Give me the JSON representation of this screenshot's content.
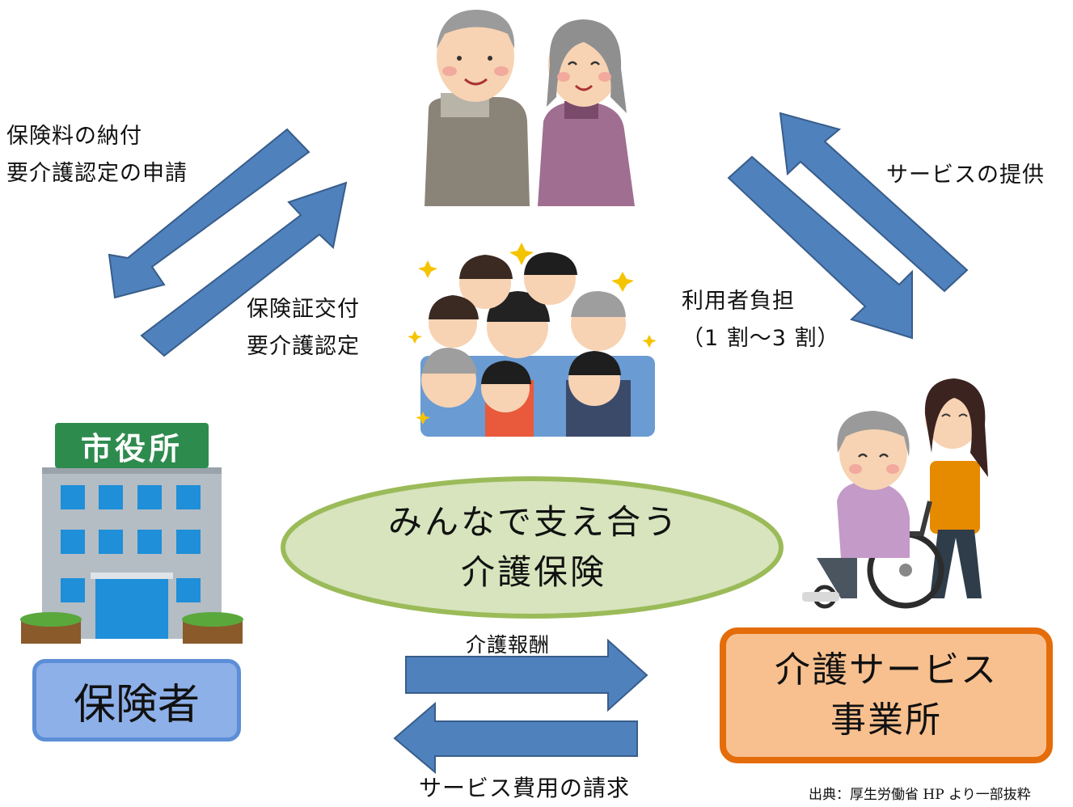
{
  "labels": {
    "top_left": [
      "保険料の納付",
      "要介護認定の申請"
    ],
    "middle_left": [
      "保険証交付",
      "要介護認定"
    ],
    "top_right": "サービスの提供",
    "middle_right": [
      "利用者負担",
      "（1 割～3 割）"
    ],
    "bottom_top": "介護報酬",
    "bottom_bottom": "サービス費用の請求"
  },
  "center": [
    "みんなで支え合う",
    "介護保険"
  ],
  "insurer": {
    "sign": "市役所",
    "label": "保険者"
  },
  "provider": [
    "介護サービス",
    "事業所"
  ],
  "source": "出典：厚生労働省 HP より一部抜粋",
  "colors": {
    "arrow_fill": "#4f81bd",
    "arrow_stroke": "#385d8a",
    "ellipse_fill": "#d7e4bd",
    "ellipse_stroke": "#9bbb59",
    "insurer_box": "#8db0e8",
    "provider_box": "#f8c08f",
    "provider_border": "#e46c0a",
    "sign_green": "#2e8b4e"
  }
}
